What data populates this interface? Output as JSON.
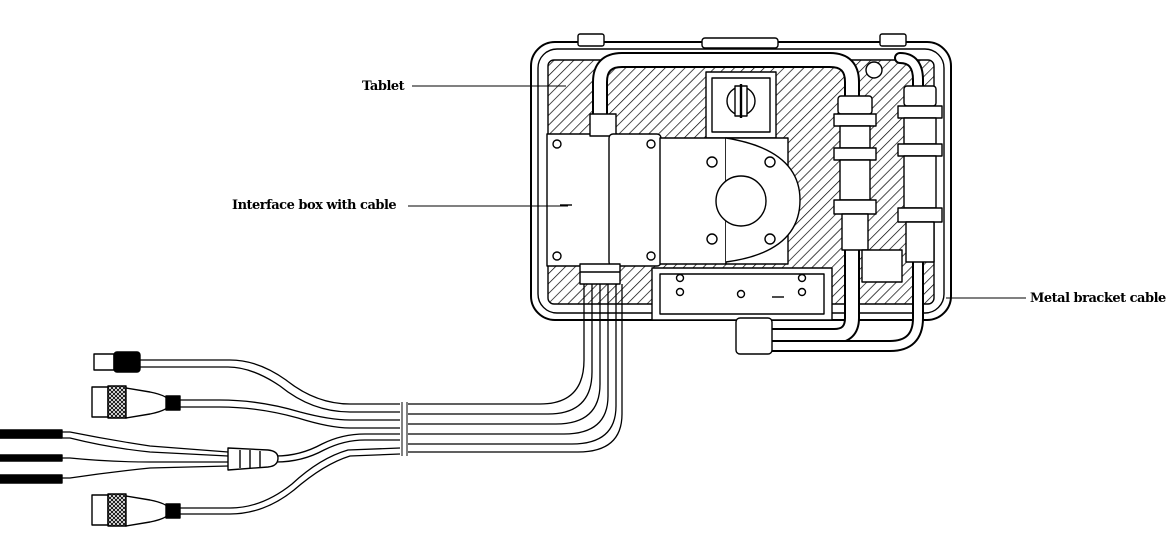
{
  "labels": {
    "tablet": "Tablet",
    "interface_box": "Interface box with cable",
    "metal_bracket_cable": "Metal bracket cable"
  },
  "colors": {
    "ink": "#000000",
    "paper": "#ffffff"
  }
}
